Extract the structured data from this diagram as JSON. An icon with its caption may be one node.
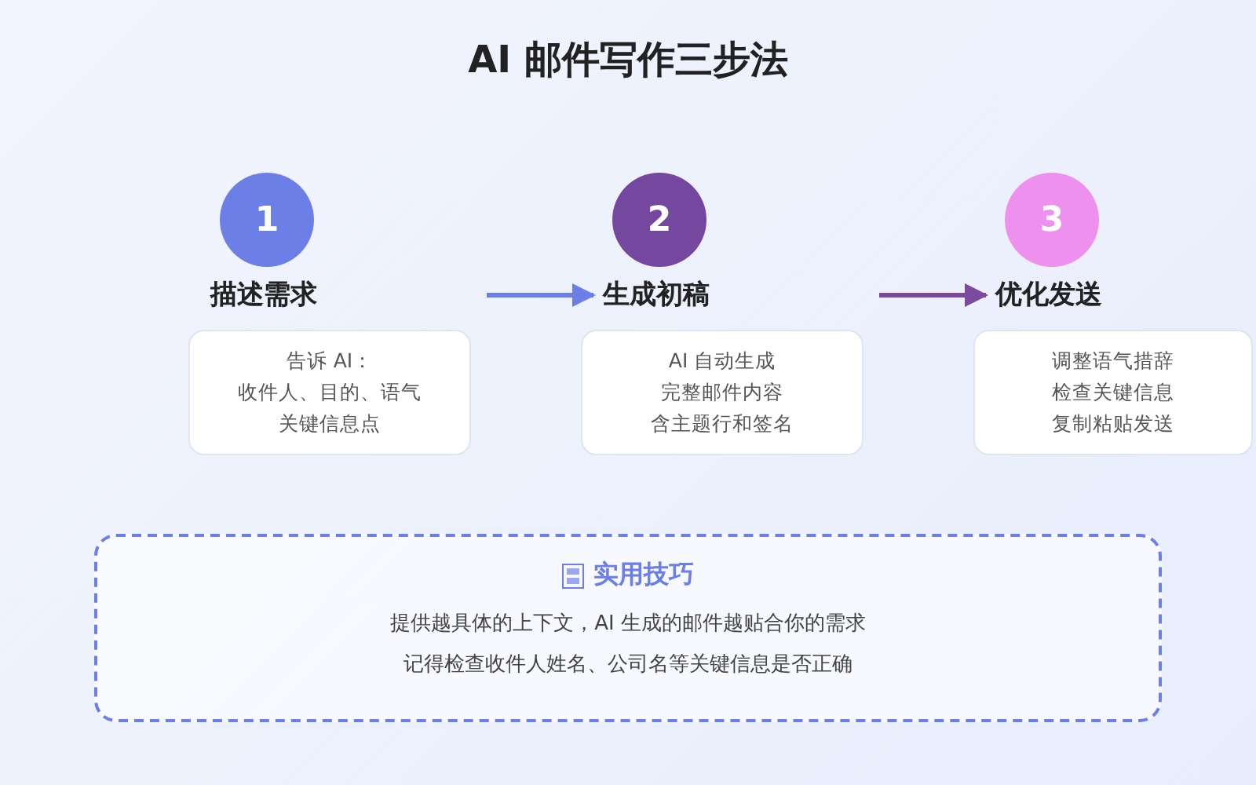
{
  "diagram": {
    "title": "AI 邮件写作三步法",
    "nodes": [
      {
        "text": [
          "1"
        ]
      },
      {
        "text": [
          "描述需求"
        ]
      },
      {
        "text": [
          "告诉 AI：",
          "收件人、目的、语气",
          "关键信息点"
        ]
      },
      {
        "text": [
          "2"
        ]
      },
      {
        "text": [
          "生成初稿"
        ]
      },
      {
        "text": [
          "AI 自动生成",
          "完整邮件内容",
          "含主题行和签名"
        ]
      },
      {
        "text": [
          "3"
        ]
      },
      {
        "text": [
          "优化发送"
        ]
      },
      {
        "text": [
          "调整语气措辞",
          "检查关键信息",
          "复制粘贴发送"
        ]
      },
      {
        "text": [
          "实用技巧",
          "提供越具体的上下文，AI 生成的邮件越贴合你的需求",
          "记得检查收件人姓名、公司名等关键信息是否正确"
        ]
      }
    ],
    "edges": [
      {
        "from": null,
        "to": 4,
        "arrow": "to",
        "color": "#6a80e6"
      },
      {
        "from": null,
        "to": 7,
        "arrow": "to",
        "color": "#7b4aa0"
      }
    ]
  }
}
